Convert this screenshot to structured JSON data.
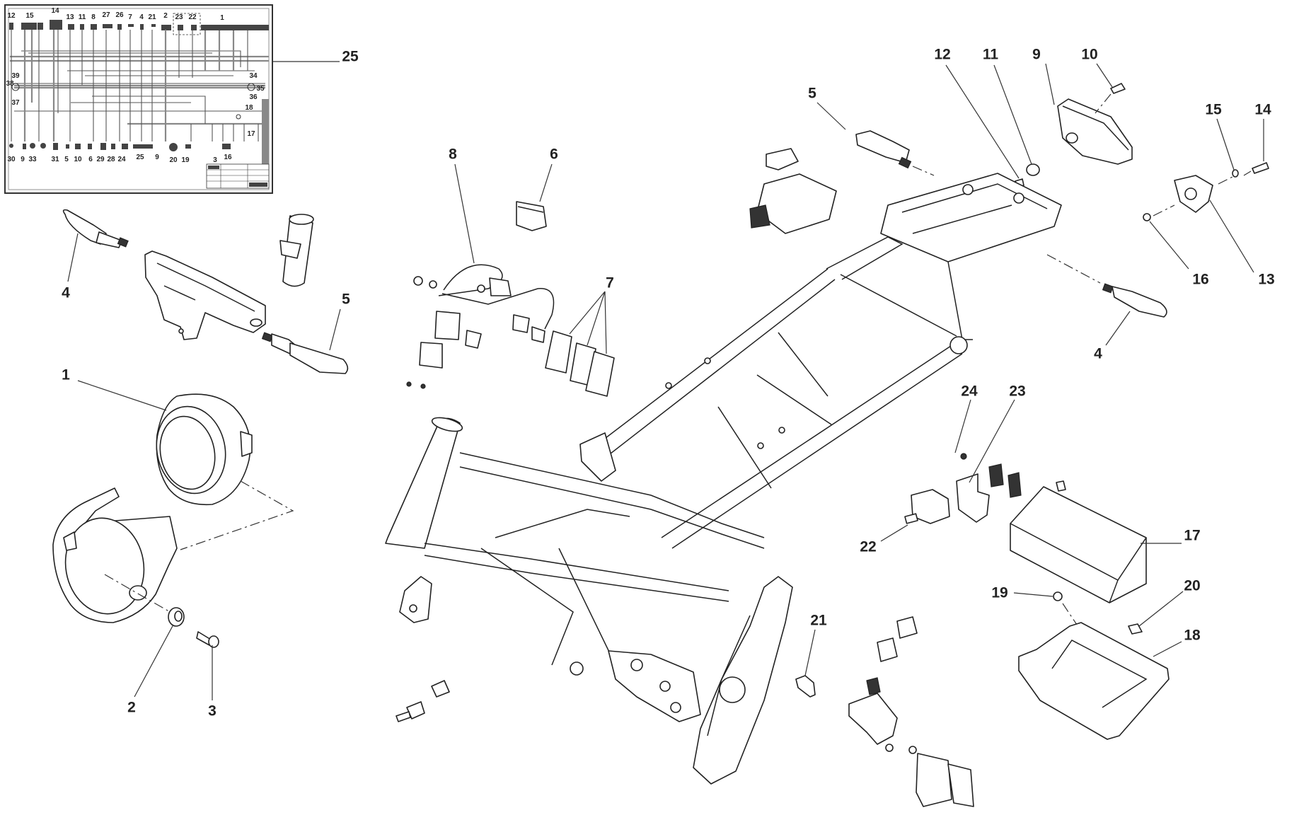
{
  "diagram": {
    "type": "exploded-parts-diagram",
    "subject": "motorcycle frame and electrical components",
    "callouts": [
      {
        "id": "c1",
        "label": "1",
        "part": "headlight"
      },
      {
        "id": "c2",
        "label": "2",
        "part": "grommet"
      },
      {
        "id": "c3",
        "label": "3",
        "part": "bolt"
      },
      {
        "id": "c4a",
        "label": "4",
        "part": "front-left-indicator"
      },
      {
        "id": "c4b",
        "label": "4",
        "part": "rear-indicator"
      },
      {
        "id": "c5a",
        "label": "5",
        "part": "front-right-indicator"
      },
      {
        "id": "c5b",
        "label": "5",
        "part": "rear-indicator"
      },
      {
        "id": "c6",
        "label": "6",
        "part": "relay"
      },
      {
        "id": "c7",
        "label": "7",
        "part": "relays"
      },
      {
        "id": "c8",
        "label": "8",
        "part": "sub-harness"
      },
      {
        "id": "c9",
        "label": "9",
        "part": "tail-light"
      },
      {
        "id": "c10",
        "label": "10",
        "part": "bolt"
      },
      {
        "id": "c11",
        "label": "11",
        "part": "grommet"
      },
      {
        "id": "c12",
        "label": "12",
        "part": "screw"
      },
      {
        "id": "c13",
        "label": "13",
        "part": "number-plate-lamp"
      },
      {
        "id": "c14",
        "label": "14",
        "part": "screw"
      },
      {
        "id": "c15",
        "label": "15",
        "part": "washer"
      },
      {
        "id": "c16",
        "label": "16",
        "part": "nut"
      },
      {
        "id": "c17",
        "label": "17",
        "part": "battery"
      },
      {
        "id": "c18",
        "label": "18",
        "part": "battery-box"
      },
      {
        "id": "c19",
        "label": "19",
        "part": "screw"
      },
      {
        "id": "c20",
        "label": "20",
        "part": "clip-nut"
      },
      {
        "id": "c21",
        "label": "21",
        "part": "starter-relay"
      },
      {
        "id": "c22",
        "label": "22",
        "part": "fuse-bracket"
      },
      {
        "id": "c23",
        "label": "23",
        "part": "screw"
      },
      {
        "id": "c24",
        "label": "24",
        "part": "bracket"
      },
      {
        "id": "c25",
        "label": "25",
        "part": "main-harness-wiring-diagram"
      }
    ],
    "wiring_inset": {
      "top_numbers": [
        "12",
        "15",
        "14",
        "13",
        "11",
        "8",
        "27",
        "26",
        "7",
        "4",
        "21",
        "2",
        "23",
        "22",
        "1"
      ],
      "bottom_numbers": [
        "30",
        "9",
        "33",
        "31",
        "5",
        "10",
        "6",
        "29",
        "28",
        "24",
        "25",
        "9",
        "20",
        "19",
        "3",
        "16"
      ],
      "side_left_numbers": [
        "39",
        "38",
        "37"
      ],
      "side_right_numbers": [
        "34",
        "35",
        "36",
        "18",
        "17"
      ]
    }
  }
}
